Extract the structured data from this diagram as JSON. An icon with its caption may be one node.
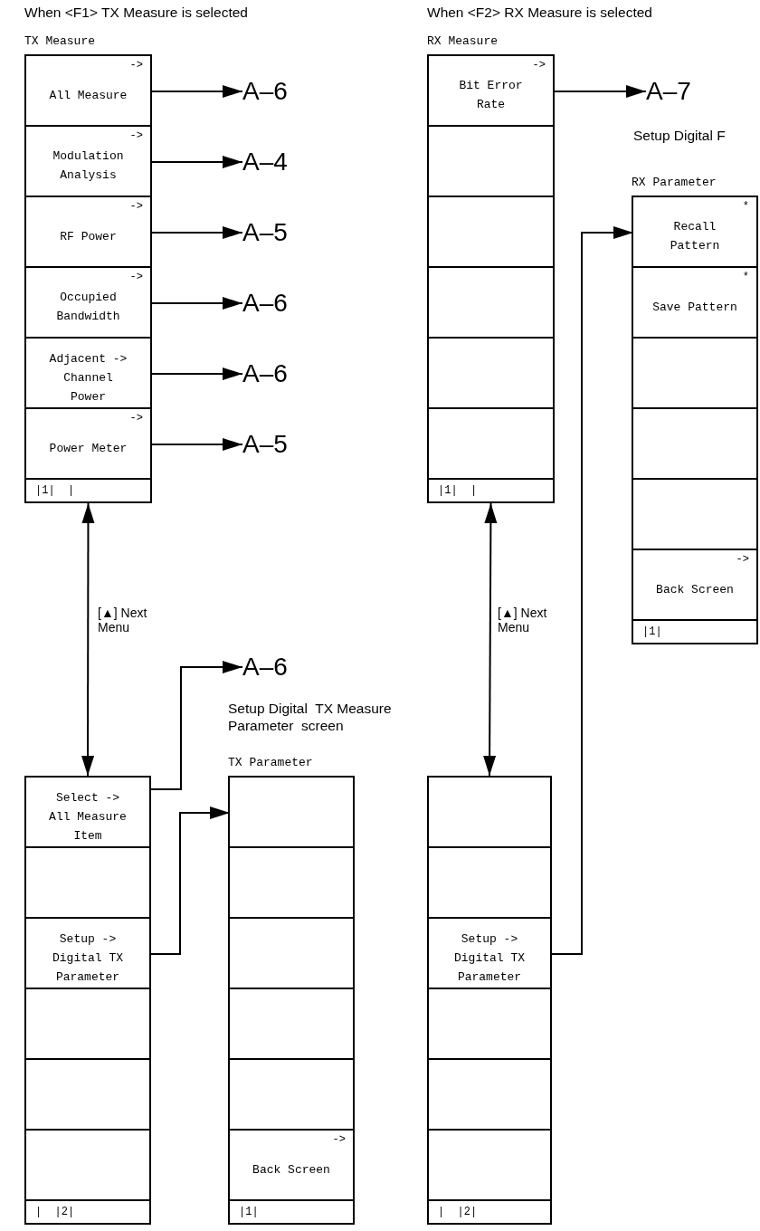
{
  "diagram": {
    "nodes": [
      {
        "text": [
          "TX Measure"
        ],
        "beside": [
          "When <F1> TX Measure is selected"
        ]
      },
      {
        "text": [
          "->",
          "All Measure"
        ],
        "in": 0
      },
      {
        "text": [
          "->",
          "Modulation Analysis"
        ],
        "in": 0
      },
      {
        "text": [
          "->",
          "RF Power"
        ],
        "in": 0
      },
      {
        "text": [
          "->",
          "Occupied Bandwidth"
        ],
        "in": 0
      },
      {
        "text": [
          "Adjacent -> Channel Power"
        ],
        "in": 0
      },
      {
        "text": [
          "->",
          "Power Meter"
        ],
        "in": 0
      },
      {
        "text": [
          "|1|  |"
        ],
        "in": 0
      },
      {
        "text": [
          "A–6"
        ]
      },
      {
        "text": [
          "A–4"
        ]
      },
      {
        "text": [
          "A–5"
        ]
      },
      {
        "text": [
          "A–6"
        ]
      },
      {
        "text": [
          "A–6"
        ]
      },
      {
        "text": [
          "A–5"
        ]
      },
      {
        "text": [
          "RX Measure"
        ],
        "beside": [
          "When <F2> RX Measure is selected"
        ]
      },
      {
        "text": [
          "->",
          "Bit Error Rate"
        ],
        "in": 14
      },
      {
        "text": [],
        "shape": "box",
        "in": 14
      },
      {
        "text": [],
        "shape": "box",
        "in": 14
      },
      {
        "text": [],
        "shape": "box",
        "in": 14
      },
      {
        "text": [],
        "shape": "box",
        "in": 14
      },
      {
        "text": [],
        "shape": "box",
        "in": 14
      },
      {
        "text": [
          "|1|  |"
        ],
        "in": 14
      },
      {
        "text": [
          "A–7"
        ]
      },
      {
        "text": [
          "RX Parameter"
        ]
      },
      {
        "text": [
          "*",
          "Recall Pattern"
        ],
        "in": 23
      },
      {
        "text": [
          "*",
          "Save Pattern"
        ],
        "in": 23
      },
      {
        "text": [],
        "shape": "box",
        "in": 23
      },
      {
        "text": [],
        "shape": "box",
        "in": 23
      },
      {
        "text": [],
        "shape": "box",
        "in": 23
      },
      {
        "text": [
          "->",
          "Back Screen"
        ],
        "in": 23
      },
      {
        "text": [
          "|1|"
        ],
        "in": 23
      },
      {
        "text": [],
        "shape": "box"
      },
      {
        "text": [
          "Select -> All Measure Item"
        ],
        "in": 31
      },
      {
        "text": [],
        "shape": "box",
        "in": 31
      },
      {
        "text": [
          "Setup -> Digital TX Parameter"
        ],
        "in": 31
      },
      {
        "text": [],
        "shape": "box",
        "in": 31
      },
      {
        "text": [],
        "shape": "box",
        "in": 31
      },
      {
        "text": [],
        "shape": "box",
        "in": 31
      },
      {
        "text": [
          "|  |2|"
        ],
        "in": 31
      },
      {
        "text": [
          "A–6"
        ]
      },
      {
        "text": [
          "TX Parameter"
        ],
        "beside": [
          "Setup Digital  TX Measure Parameter  screen"
        ]
      },
      {
        "text": [],
        "shape": "box",
        "in": 40
      },
      {
        "text": [],
        "shape": "box",
        "in": 40
      },
      {
        "text": [],
        "shape": "box",
        "in": 40
      },
      {
        "text": [],
        "shape": "box",
        "in": 40
      },
      {
        "text": [],
        "shape": "box",
        "in": 40
      },
      {
        "text": [
          "->",
          "Back Screen"
        ],
        "in": 40
      },
      {
        "text": [
          "|1|"
        ],
        "in": 40
      },
      {
        "text": [],
        "shape": "box"
      },
      {
        "text": [],
        "shape": "box",
        "in": 48
      },
      {
        "text": [],
        "shape": "box",
        "in": 48
      },
      {
        "text": [
          "Setup -> Digital TX Parameter"
        ],
        "in": 48
      },
      {
        "text": [],
        "shape": "box",
        "in": 48
      },
      {
        "text": [],
        "shape": "box",
        "in": 48
      },
      {
        "text": [],
        "shape": "box",
        "in": 48
      },
      {
        "text": [
          "|  |2|"
        ],
        "in": 48
      }
    ],
    "edges": [
      {
        "from": 1,
        "to": 8,
        "arrow": "to"
      },
      {
        "from": 2,
        "to": 9,
        "arrow": "to"
      },
      {
        "from": 3,
        "to": 10,
        "arrow": "to"
      },
      {
        "from": 4,
        "to": 11,
        "arrow": "to"
      },
      {
        "from": 5,
        "to": 12,
        "arrow": "to"
      },
      {
        "from": 6,
        "to": 13,
        "arrow": "to"
      },
      {
        "from": 0,
        "to": 31,
        "arrow": "both",
        "label": "[▲] Next Menu"
      },
      {
        "from": 15,
        "to": 22,
        "arrow": "to"
      },
      {
        "from": 14,
        "to": 48,
        "arrow": "both",
        "label": "[▲] Next Menu"
      },
      {
        "from": 32,
        "to": 39,
        "arrow": "to"
      },
      {
        "from": 34,
        "to": 41,
        "arrow": "to"
      },
      {
        "from": 51,
        "to": 24,
        "arrow": "to"
      }
    ],
    "labels": [
      "Setup Digital F"
    ]
  }
}
